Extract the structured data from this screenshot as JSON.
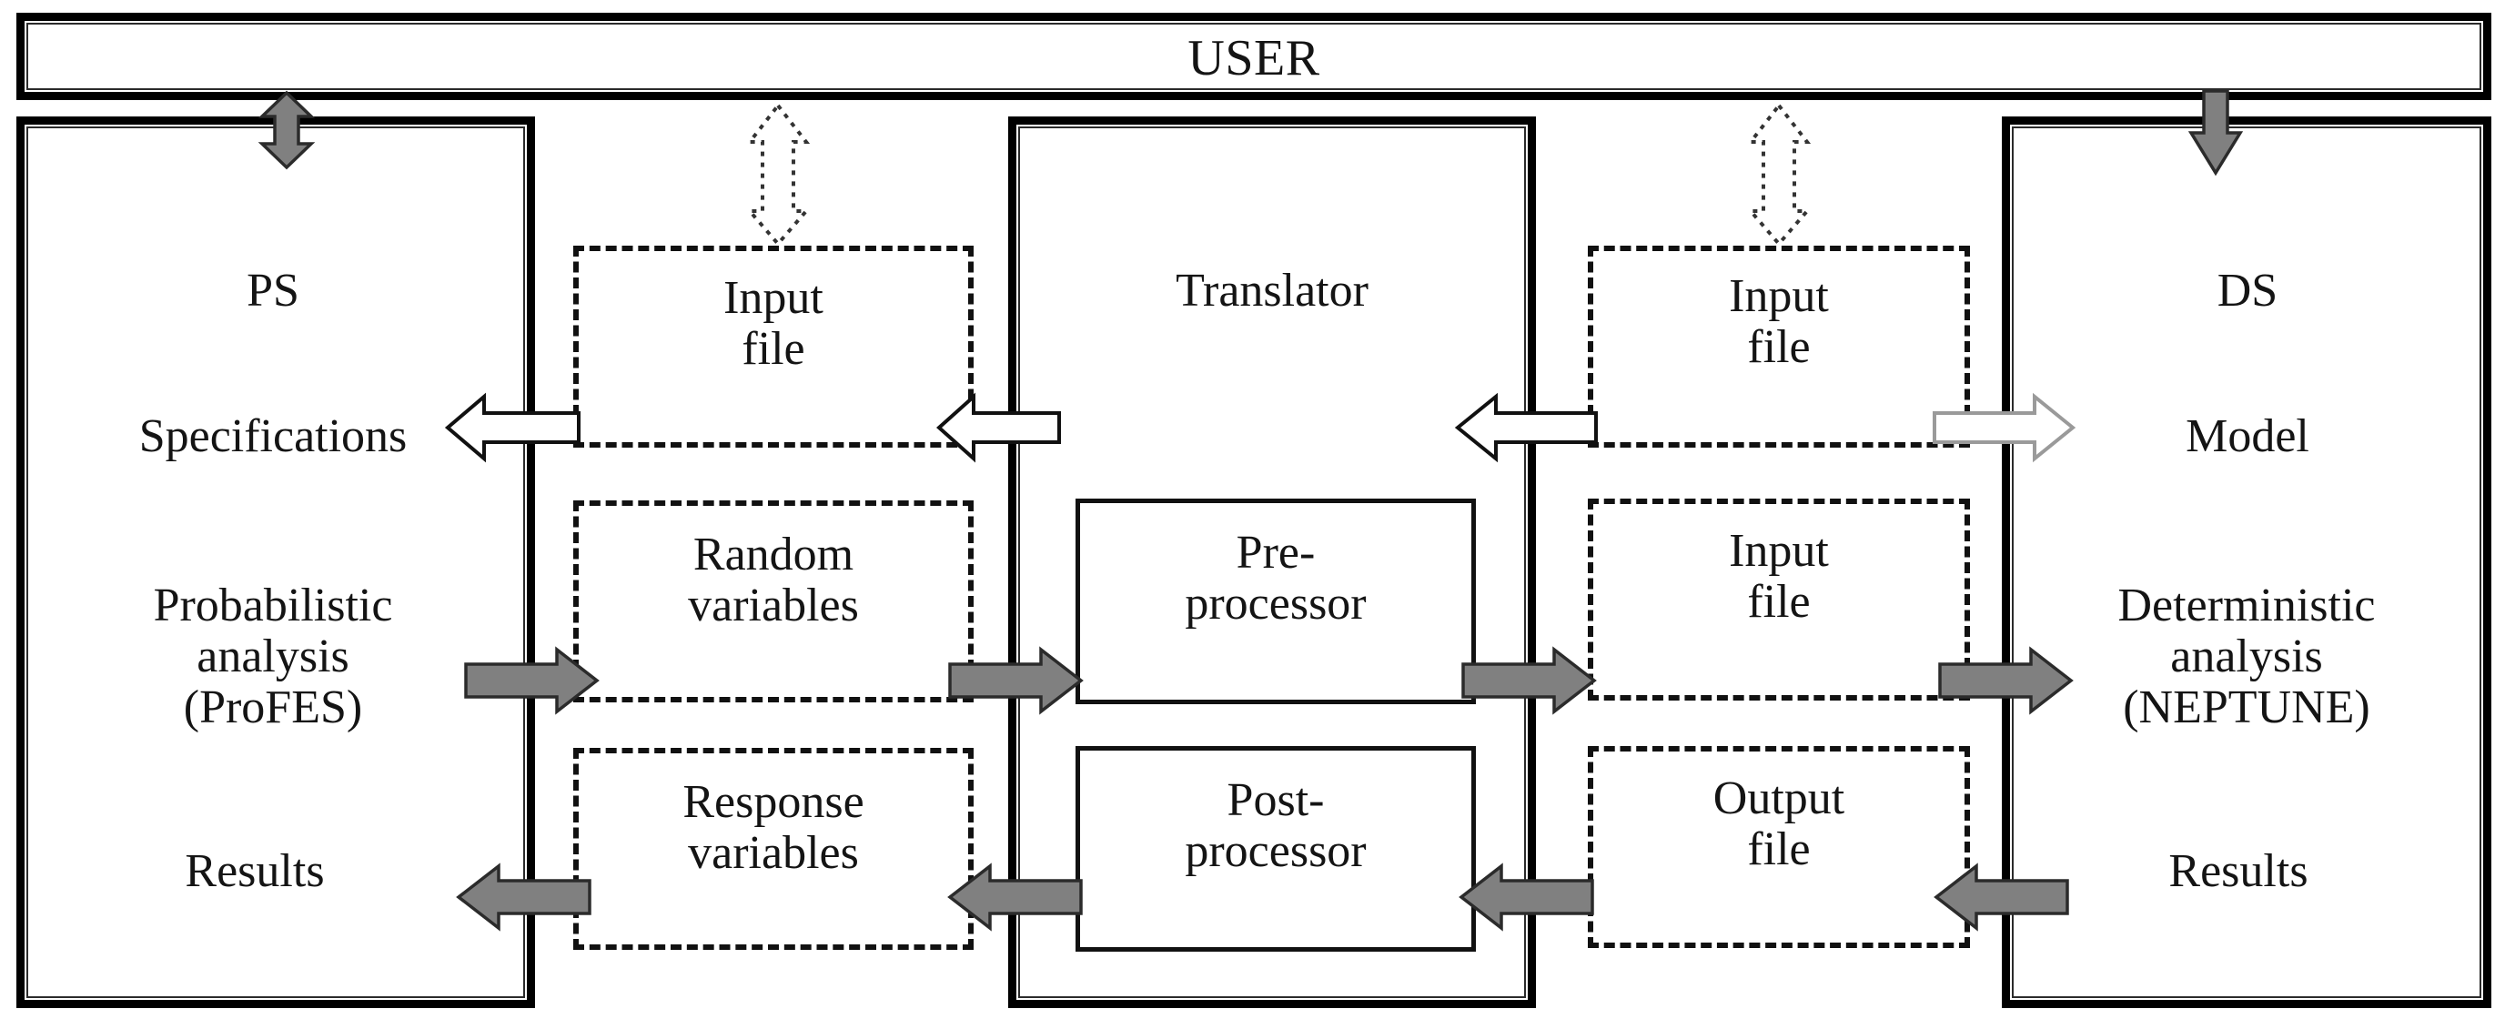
{
  "diagram": {
    "title_box": {
      "label": "USER"
    },
    "columns": {
      "ps": {
        "heading": "PS",
        "subheading": "Specifications",
        "analysis": "Probabilistic\nanalysis\n(ProFES)",
        "results": "Results"
      },
      "ps_files": {
        "top": "Input\nfile",
        "middle": "Random\nvariables",
        "bottom": "Response\nvariables"
      },
      "translator": {
        "heading": "Translator",
        "preprocessor": "Pre-\nprocessor",
        "postprocessor": "Post-\nprocessor"
      },
      "ds_files": {
        "top": "Input\nfile",
        "middle": "Input\nfile",
        "bottom": "Output\nfile"
      },
      "ds": {
        "heading": "DS",
        "subheading": "Model",
        "analysis": "Deterministic\nanalysis\n(NEPTUNE)",
        "results": "Results"
      }
    },
    "arrows": [
      {
        "name": "user-to-ps-bidirectional",
        "style": "solid-gray-double",
        "direction": "up-down"
      },
      {
        "name": "user-to-ps-input-file",
        "style": "dotted-black",
        "direction": "down"
      },
      {
        "name": "user-to-ds-input-file",
        "style": "dotted-black",
        "direction": "down"
      },
      {
        "name": "user-to-ds",
        "style": "solid-gray",
        "direction": "down"
      },
      {
        "name": "input-file-to-ps-specifications",
        "style": "hollow-white",
        "direction": "left"
      },
      {
        "name": "translator-to-ps-input-file",
        "style": "hollow-white",
        "direction": "left"
      },
      {
        "name": "ds-input-file-to-translator",
        "style": "hollow-white",
        "direction": "left"
      },
      {
        "name": "ds-model-to-ds-input-file",
        "style": "hollow-gray",
        "direction": "right"
      },
      {
        "name": "ps-analysis-to-random-variables",
        "style": "solid-gray",
        "direction": "right"
      },
      {
        "name": "random-variables-to-preprocessor",
        "style": "solid-gray",
        "direction": "right"
      },
      {
        "name": "preprocessor-to-ds-input-file",
        "style": "solid-gray",
        "direction": "right"
      },
      {
        "name": "ds-input-file-to-ds-analysis",
        "style": "solid-gray",
        "direction": "right"
      },
      {
        "name": "ds-results-to-output-file",
        "style": "solid-gray",
        "direction": "left"
      },
      {
        "name": "output-file-to-postprocessor",
        "style": "solid-gray",
        "direction": "left"
      },
      {
        "name": "postprocessor-to-response-variables",
        "style": "solid-gray",
        "direction": "left"
      },
      {
        "name": "response-variables-to-ps-results",
        "style": "solid-gray",
        "direction": "left"
      }
    ]
  },
  "colors": {
    "stroke": "#111111",
    "arrow_gray_fill": "#808080",
    "arrow_gray_stroke": "#2b2b2b",
    "arrow_hollow_fill": "#ffffff",
    "arrow_hollow_light_stroke": "#9a9a9a",
    "background": "#ffffff"
  }
}
